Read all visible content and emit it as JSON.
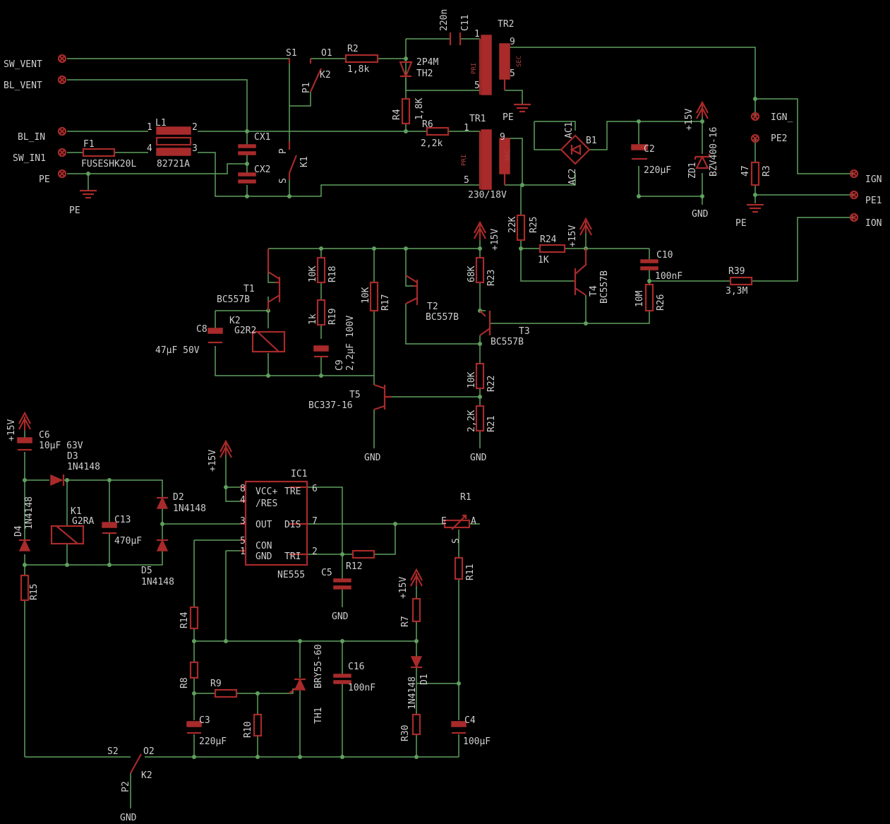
{
  "connectors": {
    "sw_vent": "SW_VENT",
    "bl_vent": "BL_VENT",
    "bl_in": "BL_IN",
    "sw_in1": "SW_IN1",
    "pe": "PE",
    "ign_": "IGN_",
    "pe2": "PE2",
    "ign": "IGN",
    "pe1": "PE1",
    "ion": "ION"
  },
  "ground": {
    "gnd": "GND",
    "pe": "PE"
  },
  "supply": {
    "p15v": "+15V"
  },
  "labels": {
    "s1": "S1",
    "o1": "O1",
    "p1": "P1",
    "k2": "K2",
    "s2": "S2",
    "o2": "O2",
    "p2": "P2",
    "k1": "K1",
    "k1_p": "P",
    "k1_s": "S",
    "r2": "R2",
    "r2_val": "1,8k",
    "c11": "C11",
    "c11_val": "220n",
    "th2": "TH2",
    "th2_val": "2P4M",
    "tr2": "TR2",
    "tr1": "TR1",
    "tr_val": "230/18V",
    "pri": "PRI",
    "sec": "SEC",
    "r4": "R4",
    "r4_val": "1,8K",
    "r6": "R6",
    "r6_val": "2,2k",
    "l1": "L1",
    "l1_val": "82721A",
    "f1": "F1",
    "f1_val": "FUSESHK20L",
    "cx1": "CX1",
    "cx2": "CX2",
    "b1": "B1",
    "ac1": "AC1",
    "ac2": "AC2",
    "c2": "C2",
    "c2_val": "220μF",
    "zd1": "ZD1",
    "zd1_val": "BZV400-16",
    "r3": "R3",
    "r3_val": "47",
    "r25": "R25",
    "r25_val": "22K",
    "r24": "R24",
    "r24_val": "1K",
    "c10": "C10",
    "c10_val": "100nF",
    "r39": "R39",
    "r39_val": "3,3M",
    "r26": "R26",
    "r26_val": "10M",
    "t1": "T1",
    "t1_val": "BC557B",
    "t2": "T2",
    "t2_val": "BC557B",
    "t3": "T3",
    "t3_val": "BC557B",
    "t4": "T4",
    "t4_val": "BC557B",
    "t5": "T5",
    "t5_val": "BC337-16",
    "r18": "R18",
    "r18_val": "10K",
    "r19": "R19",
    "r19_val": "1k",
    "r17": "R17",
    "r17_val": "10K",
    "r23": "R23",
    "r23_val": "68K",
    "r22": "R22",
    "r22_val": "10K",
    "r21": "R21",
    "r21_val": "2,2K",
    "k2_coil": "K2",
    "k2_coil_val": "G2R2",
    "c8": "C8",
    "c8_val": "47μF 50V",
    "c9": "C9",
    "c9_val": "2,2μF 100V",
    "c6": "C6",
    "c6_val": "10μF 63V",
    "d3": "D3",
    "d3_val": "1N4148",
    "d4": "D4",
    "d4_val": "1N4148",
    "d2": "D2",
    "d2_val": "1N4148",
    "d5": "D5",
    "d5_val": "1N4148",
    "k1_coil": "K1",
    "k1_coil_val": "G2RA",
    "c13": "C13",
    "c13_val": "470μF",
    "r15": "R15",
    "ic1": "IC1",
    "ic1_val": "NE555",
    "vcc": "VCC+",
    "res": "/RES",
    "tre": "TRE",
    "out": "OUT",
    "dis": "DIS",
    "con": "CON",
    "gnd_pin": "GND",
    "tri": "TRI",
    "pin8": "8",
    "pin4": "4",
    "pin3": "3",
    "pin5": "5",
    "pin1": "1",
    "pin6": "6",
    "pin7": "7",
    "pin2": "2",
    "c5": "C5",
    "r12": "R12",
    "r1": "R1",
    "r1_e": "E",
    "r1_a": "A",
    "r1_s": "S",
    "r11": "R11",
    "r14": "R14",
    "r8": "R8",
    "r9": "R9",
    "r10": "R10",
    "c3": "C3",
    "c3_val": "220μF",
    "th1": "TH1",
    "th1_val": "BRY55-60",
    "c16": "C16",
    "c16_val": "100nF",
    "r7": "R7",
    "d1": "D1",
    "d1_val": "1N4148",
    "r30": "R30",
    "c4": "C4",
    "c4_val": "100μF",
    "pin_1": "1",
    "pin_2": "2",
    "pin_3": "3",
    "pin_4": "4",
    "pin_5": "5",
    "pin_9": "9"
  },
  "colors": {
    "wire": "#5fa05f",
    "component": "#a82a2a",
    "text": "#cfcfcf",
    "background": "#000000"
  }
}
